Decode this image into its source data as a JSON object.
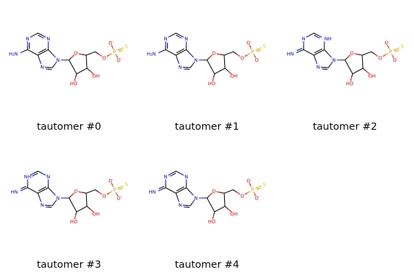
{
  "colors": {
    "carbon": "#000000",
    "nitrogen": "#0000ff",
    "oxygen": "#ff0000",
    "phosphorus": "#ff8000",
    "sulfur": "#cccc00",
    "background": "#ffffff"
  },
  "labels": {
    "nitrogen": "N",
    "nitrogen_h": "NH",
    "amine": "H₂N",
    "imine": "HN",
    "ring_oxygen": "O",
    "hydroxyl": "OH",
    "hydroxyl_left": "HO",
    "ester_oxygen": "O",
    "oxide": "O",
    "charge": "-",
    "phosphorus": "P",
    "sulfur": "S"
  },
  "molecules": [
    {
      "caption": "tautomer #0",
      "variant": "amine"
    },
    {
      "caption": "tautomer #1",
      "variant": "amine"
    },
    {
      "caption": "tautomer #2",
      "variant": "imine-n1h"
    },
    {
      "caption": "tautomer #3",
      "variant": "imine-n3h"
    },
    {
      "caption": "tautomer #4",
      "variant": "imine"
    }
  ]
}
